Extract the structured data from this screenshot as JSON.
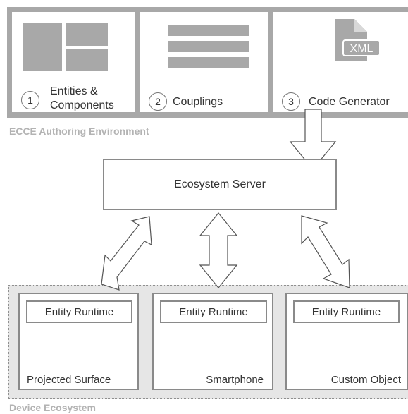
{
  "authoring": {
    "panels": [
      {
        "number": "1",
        "label": "Entities & Components",
        "icon": "layout-grid-icon"
      },
      {
        "number": "2",
        "label": "Couplings",
        "icon": "stacked-bars-icon"
      },
      {
        "number": "3",
        "label": "Code Generator",
        "icon": "xml-file-icon",
        "icon_text": "XML"
      }
    ],
    "title": "ECCE Authoring Environment"
  },
  "server": {
    "label": "Ecosystem Server"
  },
  "ecosystem": {
    "devices": [
      {
        "runtime": "Entity Runtime",
        "label": "Projected Surface"
      },
      {
        "runtime": "Entity Runtime",
        "label": "Smartphone"
      },
      {
        "runtime": "Entity Runtime",
        "label": "Custom Object"
      }
    ],
    "title": "Device Ecosystem"
  },
  "colors": {
    "frame": "#a8a8a8",
    "outline": "#8a8a8a",
    "ecosystem_fill": "#e6e6e6",
    "muted_text": "#b3b3b3"
  }
}
